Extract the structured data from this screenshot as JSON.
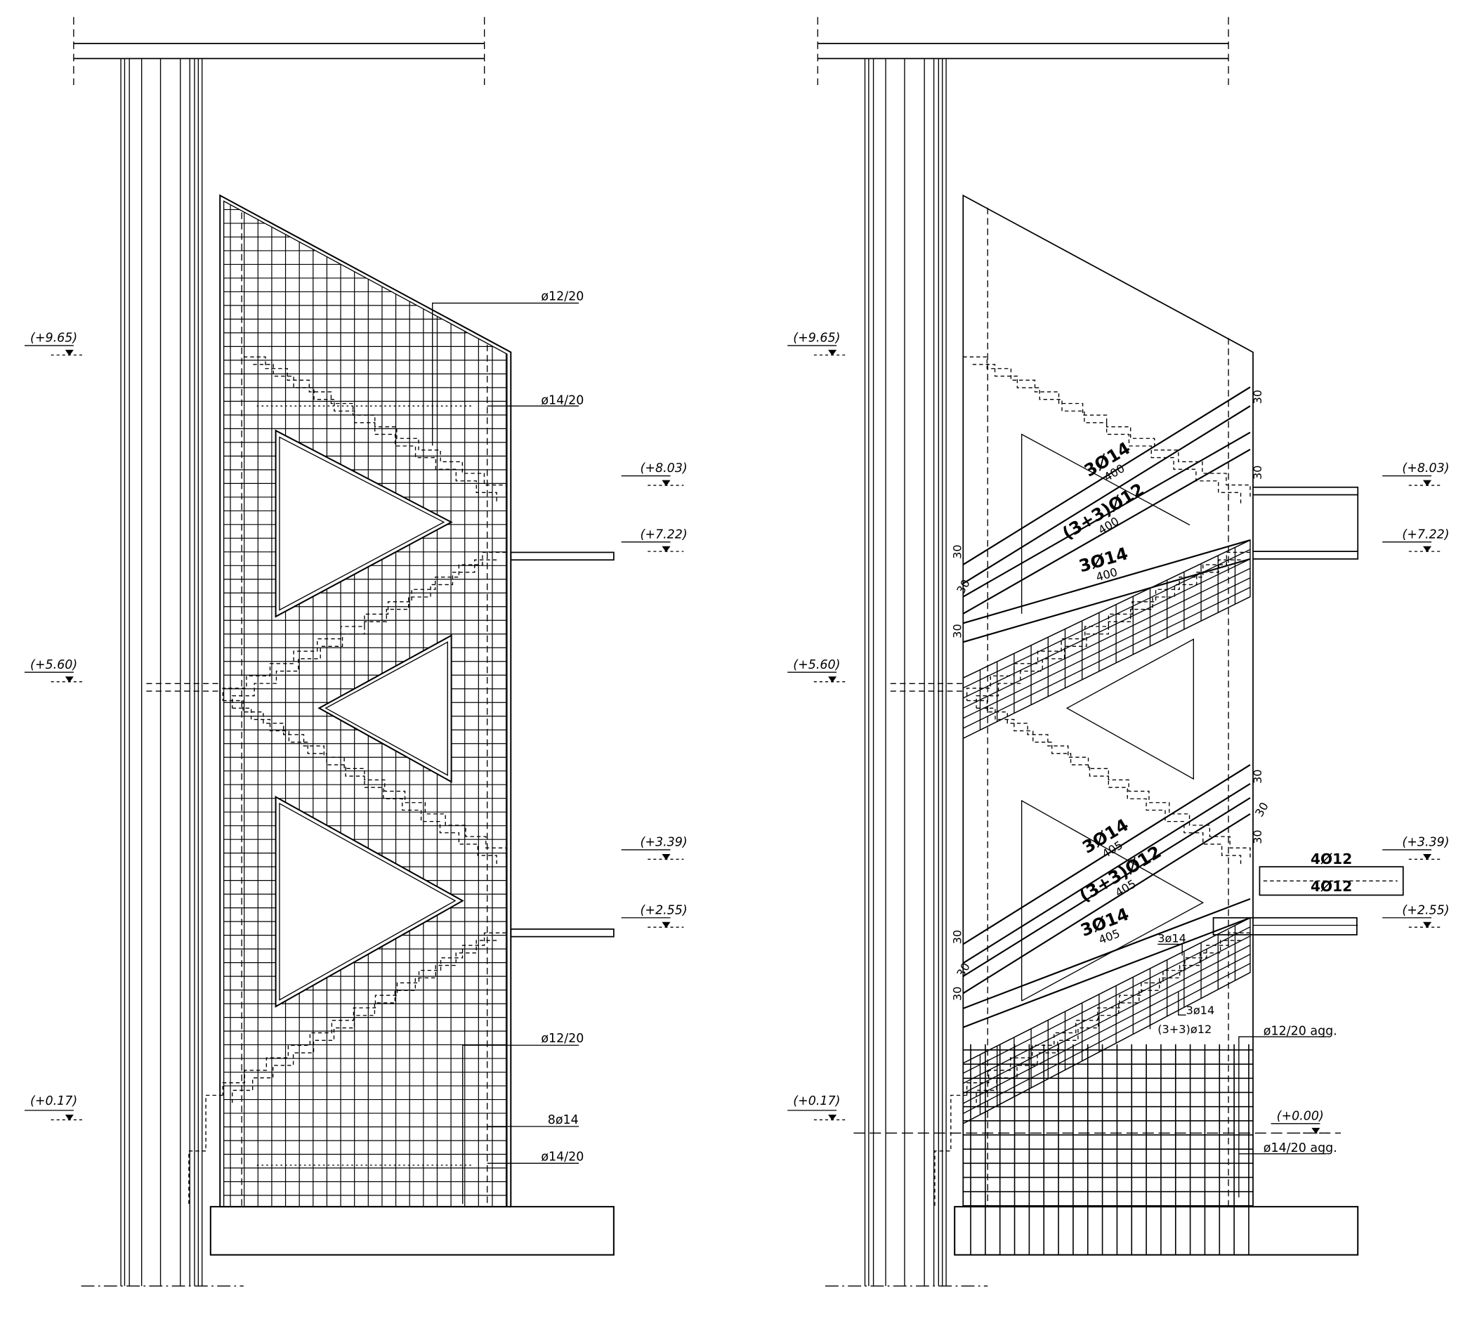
{
  "elevation_left": {
    "levels": [
      "(+9.65)",
      "(+8.03)",
      "(+7.22)",
      "(+5.60)",
      "(+3.39)",
      "(+2.55)",
      "(+0.17)"
    ],
    "rebar_labels": [
      "ø12/20",
      "ø14/20",
      "ø12/20",
      "8ø14",
      "ø14/20"
    ]
  },
  "elevation_right": {
    "levels": [
      "(+9.65)",
      "(+8.03)",
      "(+7.22)",
      "(+5.60)",
      "(+3.39)",
      "(+2.55)",
      "(+0.17)",
      "(+0.00)"
    ],
    "upper_bars": [
      {
        "text": "3Ø14",
        "len": "400"
      },
      {
        "text": "(3+3)Ø12",
        "len": "400"
      },
      {
        "text": "3Ø14",
        "len": "400"
      }
    ],
    "lower_bars": [
      {
        "text": "3Ø14",
        "len": "405"
      },
      {
        "text": "(3+3)Ø12",
        "len": "405"
      },
      {
        "text": "3Ø14",
        "len": "405"
      }
    ],
    "side_30": "30",
    "beam_bars": [
      "4Ø12",
      "4Ø12"
    ],
    "small_labels": [
      "3ø14",
      "3ø14",
      "(3+3)ø12"
    ],
    "agg_labels": [
      "ø12/20 agg.",
      "ø14/20 agg."
    ]
  },
  "colors": {
    "line": "#000000",
    "background": "#ffffff"
  }
}
